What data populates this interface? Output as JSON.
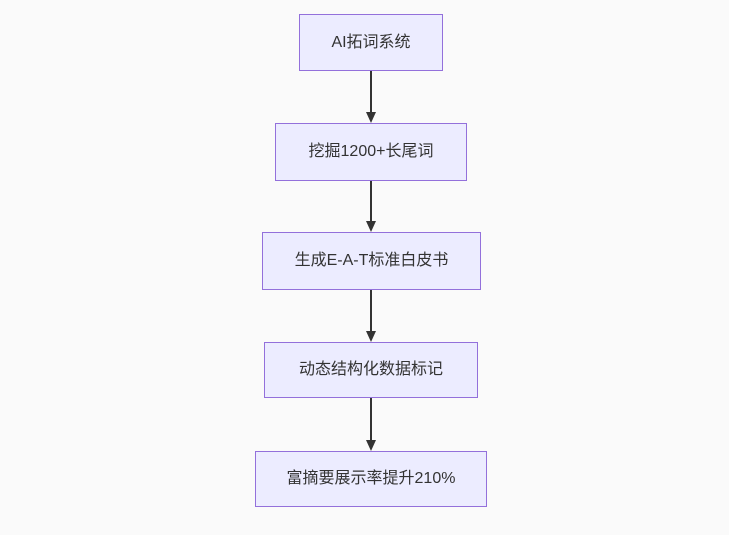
{
  "diagram": {
    "type": "flowchart",
    "direction": "top-down",
    "nodes": [
      {
        "label": "AI拓词系统"
      },
      {
        "label": "挖掘1200+长尾词"
      },
      {
        "label": "生成E-A-T标准白皮书"
      },
      {
        "label": "动态结构化数据标记"
      },
      {
        "label": "富摘要展示率提升210%"
      }
    ],
    "edges": [
      {
        "from": 0,
        "to": 1
      },
      {
        "from": 1,
        "to": 2
      },
      {
        "from": 2,
        "to": 3
      },
      {
        "from": 3,
        "to": 4
      }
    ],
    "colors": {
      "background": "#FAFAFA",
      "node_fill": "#ECECFF",
      "node_border": "#9370DB",
      "arrow": "#333333",
      "text": "#333333"
    }
  }
}
